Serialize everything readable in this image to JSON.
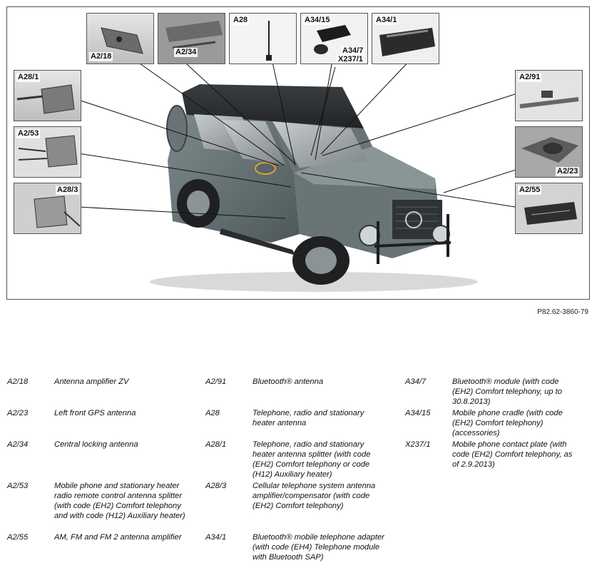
{
  "figure": {
    "reference": "P82.62-3860-79",
    "insets": [
      {
        "id": "a218",
        "labels": [
          "A2/18"
        ]
      },
      {
        "id": "a234",
        "labels": [
          "A2/34"
        ]
      },
      {
        "id": "a28",
        "labels": [
          "A28"
        ]
      },
      {
        "id": "a3415",
        "labels": [
          "A34/15",
          "A34/7",
          "X237/1"
        ]
      },
      {
        "id": "a341",
        "labels": [
          "A34/1"
        ]
      },
      {
        "id": "a281",
        "labels": [
          "A28/1"
        ]
      },
      {
        "id": "a253",
        "labels": [
          "A2/53"
        ]
      },
      {
        "id": "a283",
        "labels": [
          "A28/3"
        ]
      },
      {
        "id": "a291",
        "labels": [
          "A2/91"
        ]
      },
      {
        "id": "a223",
        "labels": [
          "A2/23"
        ]
      },
      {
        "id": "a255",
        "labels": [
          "A2/55"
        ]
      }
    ]
  },
  "legend": {
    "columns": [
      [
        {
          "code": "A2/18",
          "desc": "Antenna amplifier ZV"
        },
        {
          "code": "A2/23",
          "desc": "Left front GPS antenna"
        },
        {
          "code": "A2/34",
          "desc": "Central locking antenna"
        },
        {
          "code": "A2/53",
          "desc": "Mobile phone and stationary heater radio remote control antenna splitter (with code (EH2) Comfort telephony and with code (H12) Auxiliary heater)"
        },
        {
          "code": "A2/55",
          "desc": "AM, FM and FM 2 antenna amplifier"
        }
      ],
      [
        {
          "code": "A2/91",
          "desc": "Bluetooth® antenna"
        },
        {
          "code": "A28",
          "desc": "Telephone, radio and stationary heater antenna"
        },
        {
          "code": "A28/1",
          "desc": "Telephone, radio and stationary heater antenna splitter (with code (EH2) Comfort telephony or code (H12) Auxiliary heater)"
        },
        {
          "code": "A28/3",
          "desc": "Cellular telephone system antenna amplifier/compensator (with code (EH2) Comfort telephony)"
        },
        {
          "code": "A34/1",
          "desc": "Bluetooth® mobile telephone adapter (with code (EH4) Telephone module with Bluetooth SAP)"
        }
      ],
      [
        {
          "code": "A34/7",
          "desc": "Bluetooth® module (with code (EH2) Comfort telephony, up to 30.8.2013)"
        },
        {
          "code": "A34/15",
          "desc": "Mobile phone cradle (with code (EH2) Comfort telephony) (accessories)"
        },
        {
          "code": "X237/1",
          "desc": "Mobile phone contact plate (with code (EH2) Comfort telephony, as of 2.9.2013)"
        }
      ]
    ]
  }
}
